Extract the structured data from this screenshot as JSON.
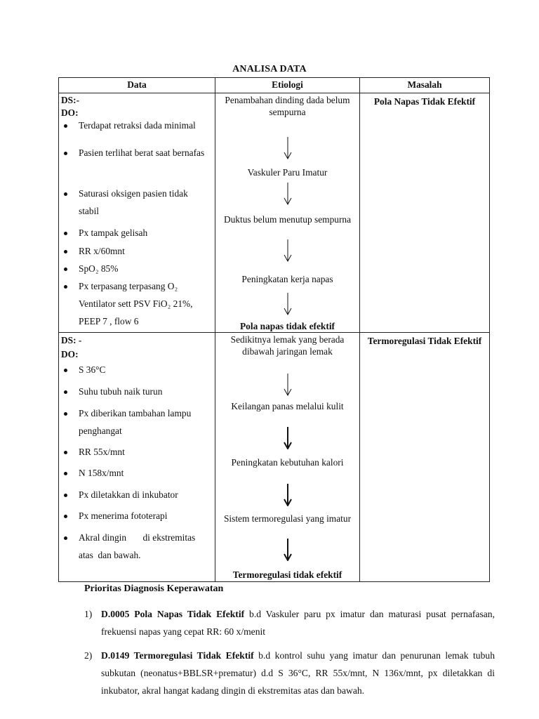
{
  "title": "ANALISA DATA",
  "table": {
    "headers": [
      "Data",
      "Etiologi",
      "Masalah"
    ],
    "rows": [
      {
        "ds_label": "DS:-",
        "do_label": "DO:",
        "bullets": [
          "Terdapat retraksi dada minimal",
          "Pasien terlihat berat saat bernafas",
          "Saturasi oksigen pasien tidak stabil",
          "Px tampak gelisah",
          "RR x/60mnt",
          "SpO₂ 85%",
          "Px terpasang terpasang O₂ Ventilator sett PSV FiO₂ 21%, PEEP 7 , flow 6"
        ],
        "etiologi": [
          "Penambahan dinding dada belum sempurna",
          "Vaskuler Paru Imatur",
          "Duktus belum menutup sempurna",
          "Peningkatan kerja napas",
          "Pola napas tidak efektif"
        ],
        "masalah": "Pola Napas Tidak Efektif"
      },
      {
        "ds_label": "DS: -",
        "do_label": "DO:",
        "bullets": [
          "S 36°C",
          "Suhu tubuh naik turun",
          "Px diberikan tambahan lampu penghangat",
          "RR 55x/mnt",
          "N 158x/mnt",
          "Px diletakkan di inkubator",
          "Px menerima fototerapi",
          "Akral dingin       di ekstremitas atas  dan bawah."
        ],
        "etiologi": [
          "Sedikitnya lemak yang berada dibawah jaringan lemak",
          "Keilangan panas melalui kulit",
          "Peningkatan kebutuhan kalori",
          "Sistem termoregulasi yang imatur",
          "Termoregulasi tidak efektif"
        ],
        "masalah": "Termoregulasi Tidak Efektif"
      }
    ]
  },
  "priority": {
    "title": "Prioritas Diagnosis Keperawatan",
    "items": [
      {
        "num": "1)",
        "code": "D.0005 Pola Napas Tidak Efektif",
        "text": " b.d Vaskuler paru px imatur dan maturasi pusat pernafasan, frekuensi napas yang cepat RR: 60 x/menit"
      },
      {
        "num": "2)",
        "code": "D.0149 Termoregulasi Tidak Efektif",
        "text": " b.d kontrol suhu yang imatur dan penurunan lemak tubuh subkutan (neonatus+BBLSR+prematur) d.d S 36°C, RR 55x/mnt, N 136x/mnt, px diletakkan di  inkubator, akral  hangat kadang dingin di ekstremitas atas dan bawah."
      }
    ]
  }
}
